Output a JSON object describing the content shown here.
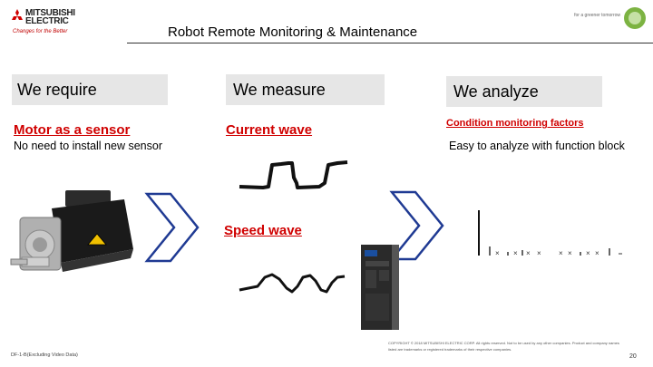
{
  "header": {
    "brand_line1": "MITSUBISHI",
    "brand_line2": "ELECTRIC",
    "brand_tagline": "Changes for the Better",
    "title": "Robot Remote Monitoring & Maintenance",
    "tagline": "for a greener tomorrow",
    "eco_badge_icon": "eco-changes-icon"
  },
  "columns": {
    "require": {
      "heading": "We require",
      "highlight": "Motor as a sensor",
      "description": "No need to install new sensor"
    },
    "measure": {
      "heading": "We measure",
      "current_label": "Current wave",
      "speed_label": "Speed wave"
    },
    "analyze": {
      "heading": "We analyze",
      "highlight": "Condition monitoring factors",
      "description": "Easy to analyze with function block"
    }
  },
  "icons": {
    "arrows": "chevron-right-icon",
    "motor": "servo-motor-image",
    "amplifier": "servo-amplifier-image"
  },
  "colors": {
    "highlight": "#d00000",
    "label_bg": "#e6e6e6",
    "chevron": "#1f3a93"
  },
  "footer": {
    "left": "DF-1-B(Excluding Video Data)",
    "copyright": "COPYRIGHT © 2018 MITSUBISHI ELECTRIC CORP. All rights reserved. Not to be used by any other companies. Product and company names listed are trademarks or registered trademarks of their respective companies.",
    "page": "20"
  }
}
